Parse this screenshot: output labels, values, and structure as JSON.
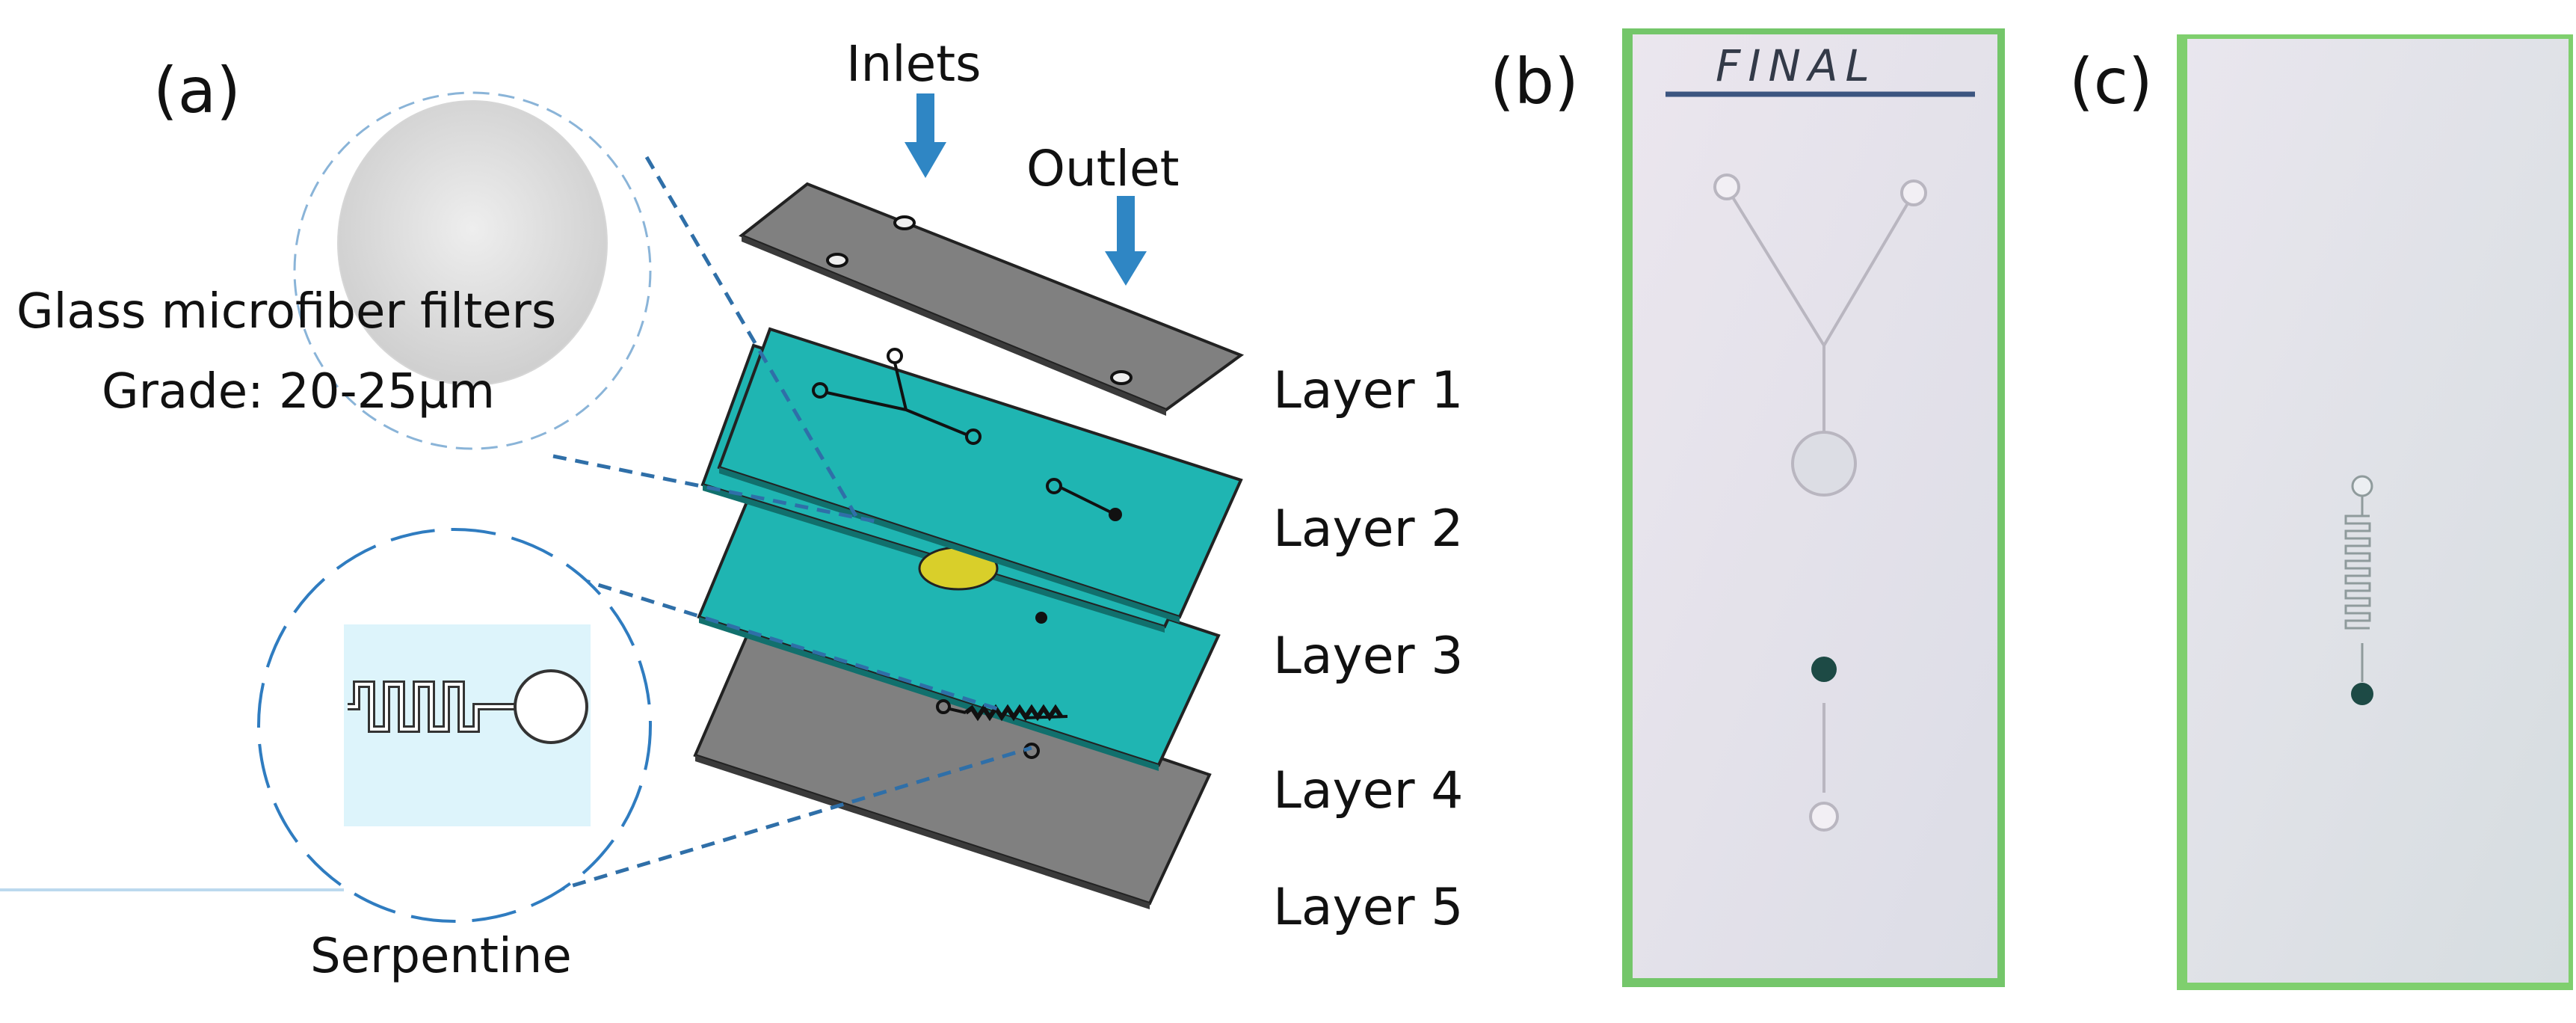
{
  "panels": {
    "a": "(a)",
    "b": "(b)",
    "c": "(c)"
  },
  "flow": {
    "inlets": "Inlets",
    "outlet": "Outlet"
  },
  "layers": [
    "Layer 1",
    "Layer 2",
    "Layer 3",
    "Layer 4",
    "Layer 5"
  ],
  "callouts": {
    "filter_line1": "Glass microfiber filters",
    "filter_line2": "Grade: 20-25µm",
    "serpentine": "Serpentine"
  },
  "photo_b": {
    "handwriting": "FINAL"
  },
  "colors": {
    "layer_gray": "#808080",
    "layer_teal": "#1fb5b2",
    "filter_yellow": "#d9cf2a",
    "arrow_blue": "#2f86c4",
    "dash_blue": "#2f6fa8",
    "photo_bg": "#e6e0e8",
    "photo_border_green": "#74c66a",
    "dark_dot": "#1d4a45"
  }
}
